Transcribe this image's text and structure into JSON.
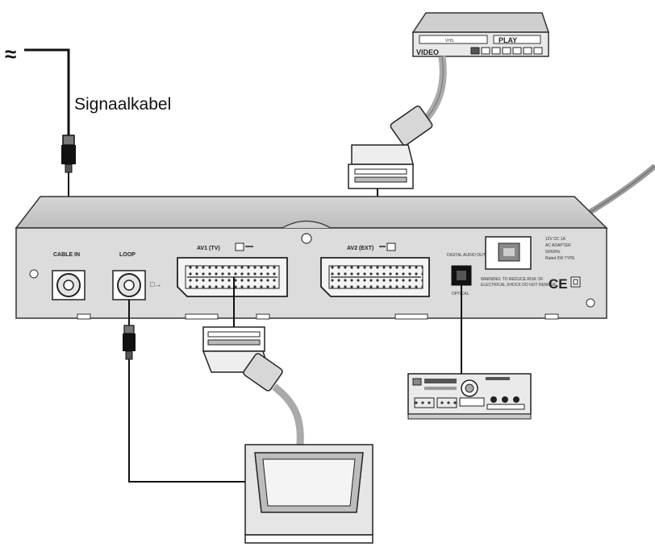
{
  "diagram": {
    "signal_cable_label": "Signaalkabel",
    "antenna_symbol": "≈",
    "ports": {
      "cable_in": "CABLE IN",
      "loop": "LOOP",
      "av1": "AV1 (TV)",
      "av2": "AV2 (EXT)",
      "digital_audio_out": "DIGITAL AUDIO OUT",
      "optical": "OPTICAL",
      "ce_mark": "CE"
    },
    "vcr": {
      "brand": "VHS",
      "display": "PLAY",
      "label": "VIDEO"
    },
    "warning_text": [
      "WARNING: TO REDUCE RISK OF",
      "ELECTRICAL SHOCK DO NOT REMOVE"
    ],
    "rating_text": [
      "12V DC  1A",
      "AC ADAPTER",
      "50/60Hz",
      "Rated 5W TYPE"
    ],
    "devices": [
      "set-top-box",
      "vcr",
      "television",
      "audio-receiver"
    ]
  }
}
